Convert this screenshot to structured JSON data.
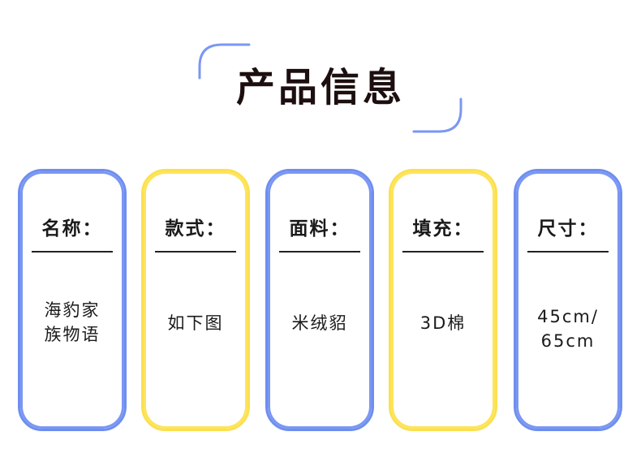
{
  "title": "产品信息",
  "accent_colors": {
    "blue": "#6e8ef0",
    "yellow": "#fbe04f",
    "text": "#1d0f0f"
  },
  "cards": [
    {
      "label": "名称：",
      "value": "海豹家\n族物语",
      "color": "blue"
    },
    {
      "label": "款式：",
      "value": "如下图",
      "color": "yellow"
    },
    {
      "label": "面料：",
      "value": "米绒貂",
      "color": "blue"
    },
    {
      "label": "填充：",
      "value": "3D棉",
      "color": "yellow"
    },
    {
      "label": "尺寸：",
      "value": "45cm/\n65cm",
      "color": "blue"
    }
  ]
}
